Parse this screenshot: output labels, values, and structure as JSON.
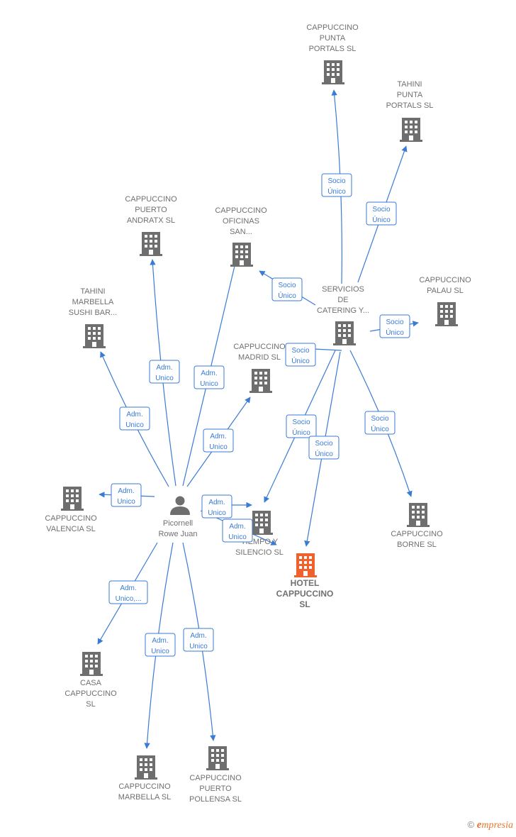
{
  "colors": {
    "edge": "#3a7bd5",
    "building": "#6e6e6e",
    "building_highlight": "#f0622d",
    "person": "#6e6e6e",
    "label": "#707070"
  },
  "nodes": [
    {
      "id": "person",
      "type": "person",
      "lines": [
        "Picornell",
        "Rowe Juan"
      ]
    },
    {
      "id": "servicios",
      "type": "company",
      "lines": [
        "SERVICIOS",
        "DE",
        "CATERING Y..."
      ]
    },
    {
      "id": "hotel",
      "type": "company",
      "highlight": true,
      "lines": [
        "HOTEL",
        "CAPPUCCINO",
        "SL"
      ]
    },
    {
      "id": "punta",
      "type": "company",
      "lines": [
        "CAPPUCCINO",
        "PUNTA",
        "PORTALS  SL"
      ]
    },
    {
      "id": "tahini_punta",
      "type": "company",
      "lines": [
        "TAHINI",
        "PUNTA",
        "PORTALS  SL"
      ]
    },
    {
      "id": "andratx",
      "type": "company",
      "lines": [
        "CAPPUCCINO",
        "PUERTO",
        "ANDRATX  SL"
      ]
    },
    {
      "id": "oficinas",
      "type": "company",
      "lines": [
        "CAPPUCCINO",
        "OFICINAS",
        "SAN..."
      ]
    },
    {
      "id": "palau",
      "type": "company",
      "lines": [
        "CAPPUCCINO",
        "PALAU  SL"
      ]
    },
    {
      "id": "tahini_marbella",
      "type": "company",
      "lines": [
        "TAHINI",
        "MARBELLA",
        "SUSHI BAR..."
      ]
    },
    {
      "id": "madrid",
      "type": "company",
      "lines": [
        "CAPPUCCINO",
        "MADRID SL"
      ]
    },
    {
      "id": "valencia",
      "type": "company",
      "lines": [
        "CAPPUCCINO",
        "VALENCIA SL"
      ]
    },
    {
      "id": "tiempo",
      "type": "company",
      "lines": [
        "TIEMPO Y",
        "SILENCIO  SL"
      ]
    },
    {
      "id": "borne",
      "type": "company",
      "lines": [
        "CAPPUCCINO",
        "BORNE  SL"
      ]
    },
    {
      "id": "casa",
      "type": "company",
      "lines": [
        "CASA",
        "CAPPUCCINO",
        "SL"
      ]
    },
    {
      "id": "marbella",
      "type": "company",
      "lines": [
        "CAPPUCCINO",
        "MARBELLA SL"
      ]
    },
    {
      "id": "pollensa",
      "type": "company",
      "lines": [
        "CAPPUCCINO",
        "PUERTO",
        "POLLENSA SL"
      ]
    }
  ],
  "edges": [
    {
      "from": "servicios",
      "to": "punta",
      "lines": [
        "Socio",
        "Único"
      ]
    },
    {
      "from": "servicios",
      "to": "tahini_punta",
      "lines": [
        "Socio",
        "Único"
      ]
    },
    {
      "from": "servicios",
      "to": "oficinas",
      "lines": [
        "Socio",
        "Único"
      ]
    },
    {
      "from": "servicios",
      "to": "palau",
      "lines": [
        "Socio",
        "Único"
      ]
    },
    {
      "from": "servicios",
      "to": "madrid",
      "lines": [
        "Socio",
        "Único"
      ]
    },
    {
      "from": "servicios",
      "to": "tiempo",
      "lines": [
        "Socio",
        "Único"
      ]
    },
    {
      "from": "servicios",
      "to": "hotel",
      "lines": [
        "Socio",
        "Único"
      ]
    },
    {
      "from": "servicios",
      "to": "borne",
      "lines": [
        "Socio",
        "Único"
      ]
    },
    {
      "from": "person",
      "to": "andratx",
      "lines": [
        "Adm.",
        "Unico"
      ]
    },
    {
      "from": "person",
      "to": "oficinas",
      "lines": [
        "Adm.",
        "Unico"
      ]
    },
    {
      "from": "person",
      "to": "tahini_marbella",
      "lines": [
        "Adm.",
        "Unico"
      ]
    },
    {
      "from": "person",
      "to": "madrid",
      "lines": [
        "Adm.",
        "Unico"
      ]
    },
    {
      "from": "person",
      "to": "valencia",
      "lines": [
        "Adm.",
        "Unico"
      ]
    },
    {
      "from": "person",
      "to": "tiempo",
      "lines": [
        "Adm.",
        "Unico"
      ]
    },
    {
      "from": "person",
      "to": "tiempo",
      "lines": [
        "Adm.",
        "Unico"
      ]
    },
    {
      "from": "person",
      "to": "casa",
      "lines": [
        "Adm.",
        "Unico,..."
      ]
    },
    {
      "from": "person",
      "to": "marbella",
      "lines": [
        "Adm.",
        "Unico"
      ]
    },
    {
      "from": "person",
      "to": "pollensa",
      "lines": [
        "Adm.",
        "Unico"
      ]
    }
  ],
  "footer": {
    "copyright": "©",
    "brand_initial": "e",
    "brand_rest": "mpresia"
  }
}
